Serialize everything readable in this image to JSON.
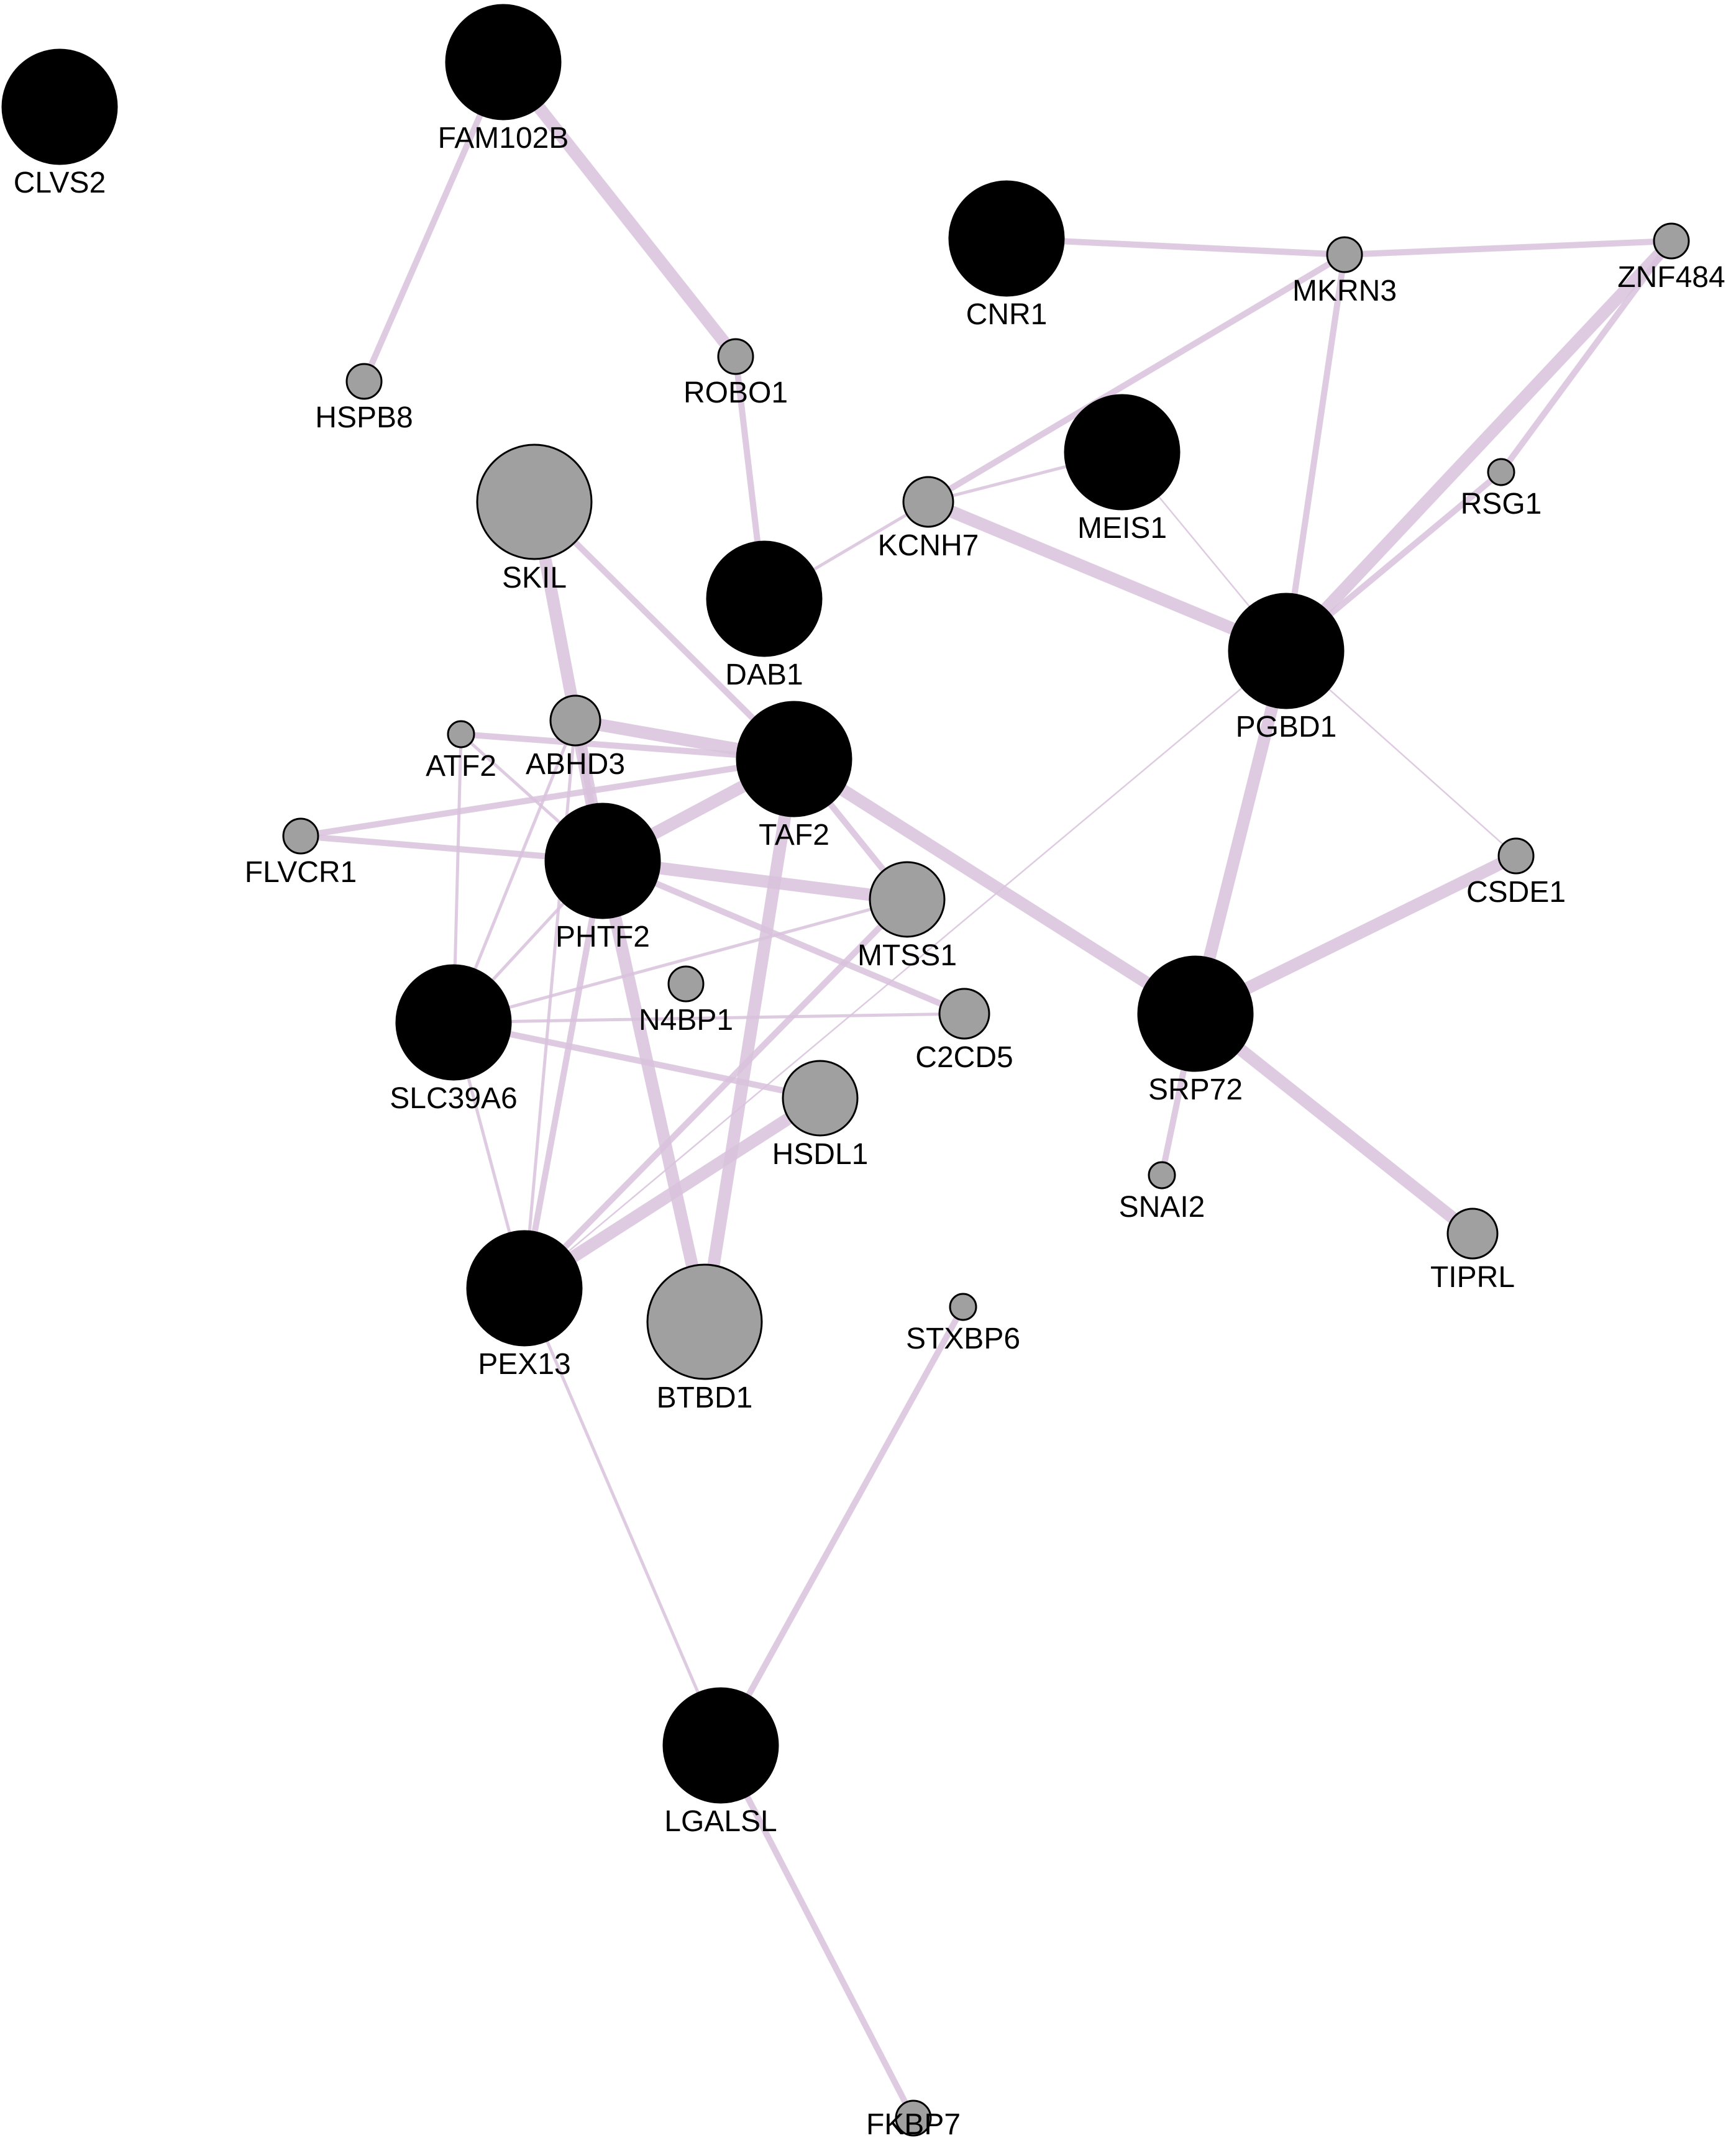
{
  "network": {
    "edge_color": "#d8c2dc",
    "query_fill": "#000000",
    "related_fill": "#a0a0a0",
    "stroke_color": "#000000",
    "nodes": [
      {
        "id": "CLVS2",
        "label": "CLVS2",
        "role": "query",
        "size": "large"
      },
      {
        "id": "FAM102B",
        "label": "FAM102B",
        "role": "query",
        "size": "large"
      },
      {
        "id": "CNR1",
        "label": "CNR1",
        "role": "query",
        "size": "large"
      },
      {
        "id": "MKRN3",
        "label": "MKRN3",
        "role": "related",
        "size": "small"
      },
      {
        "id": "ZNF484",
        "label": "ZNF484",
        "role": "related",
        "size": "small"
      },
      {
        "id": "HSPB8",
        "label": "HSPB8",
        "role": "related",
        "size": "small"
      },
      {
        "id": "ROBO1",
        "label": "ROBO1",
        "role": "related",
        "size": "small"
      },
      {
        "id": "SKIL",
        "label": "SKIL",
        "role": "related",
        "size": "large"
      },
      {
        "id": "MEIS1",
        "label": "MEIS1",
        "role": "query",
        "size": "large"
      },
      {
        "id": "RSG1",
        "label": "RSG1",
        "role": "related",
        "size": "tiny"
      },
      {
        "id": "KCNH7",
        "label": "KCNH7",
        "role": "related",
        "size": "medium"
      },
      {
        "id": "DAB1",
        "label": "DAB1",
        "role": "query",
        "size": "large"
      },
      {
        "id": "PGBD1",
        "label": "PGBD1",
        "role": "query",
        "size": "large"
      },
      {
        "id": "TAF2",
        "label": "TAF2",
        "role": "query",
        "size": "large"
      },
      {
        "id": "ATF2",
        "label": "ATF2",
        "role": "related",
        "size": "tiny"
      },
      {
        "id": "ABHD3",
        "label": "ABHD3",
        "role": "related",
        "size": "medium"
      },
      {
        "id": "FLVCR1",
        "label": "FLVCR1",
        "role": "related",
        "size": "small"
      },
      {
        "id": "PHTF2",
        "label": "PHTF2",
        "role": "query",
        "size": "large"
      },
      {
        "id": "MTSS1",
        "label": "MTSS1",
        "role": "related",
        "size": "medium-large"
      },
      {
        "id": "CSDE1",
        "label": "CSDE1",
        "role": "related",
        "size": "small"
      },
      {
        "id": "N4BP1",
        "label": "N4BP1",
        "role": "related",
        "size": "small"
      },
      {
        "id": "C2CD5",
        "label": "C2CD5",
        "role": "related",
        "size": "medium"
      },
      {
        "id": "SLC39A6",
        "label": "SLC39A6",
        "role": "query",
        "size": "large"
      },
      {
        "id": "SRP72",
        "label": "SRP72",
        "role": "query",
        "size": "large"
      },
      {
        "id": "HSDL1",
        "label": "HSDL1",
        "role": "related",
        "size": "medium-large"
      },
      {
        "id": "SNAI2",
        "label": "SNAI2",
        "role": "related",
        "size": "tiny"
      },
      {
        "id": "TIPRL",
        "label": "TIPRL",
        "role": "related",
        "size": "medium"
      },
      {
        "id": "PEX13",
        "label": "PEX13",
        "role": "query",
        "size": "large"
      },
      {
        "id": "BTBD1",
        "label": "BTBD1",
        "role": "related",
        "size": "large"
      },
      {
        "id": "STXBP6",
        "label": "STXBP6",
        "role": "related",
        "size": "tiny"
      },
      {
        "id": "LGALSL",
        "label": "LGALSL",
        "role": "query",
        "size": "large"
      },
      {
        "id": "FKBP7",
        "label": "FKBP7",
        "role": "related",
        "size": "small"
      }
    ],
    "edges": [
      {
        "source": "FAM102B",
        "target": "HSPB8",
        "weight": "medium"
      },
      {
        "source": "FAM102B",
        "target": "ROBO1",
        "weight": "strong"
      },
      {
        "source": "ROBO1",
        "target": "DAB1",
        "weight": "medium"
      },
      {
        "source": "CNR1",
        "target": "MKRN3",
        "weight": "medium"
      },
      {
        "source": "MKRN3",
        "target": "ZNF484",
        "weight": "medium"
      },
      {
        "source": "MKRN3",
        "target": "KCNH7",
        "weight": "medium"
      },
      {
        "source": "MKRN3",
        "target": "PGBD1",
        "weight": "medium"
      },
      {
        "source": "ZNF484",
        "target": "PGBD1",
        "weight": "strong"
      },
      {
        "source": "ZNF484",
        "target": "RSG1",
        "weight": "medium"
      },
      {
        "source": "RSG1",
        "target": "PGBD1",
        "weight": "medium"
      },
      {
        "source": "KCNH7",
        "target": "DAB1",
        "weight": "thin"
      },
      {
        "source": "KCNH7",
        "target": "MEIS1",
        "weight": "thin"
      },
      {
        "source": "KCNH7",
        "target": "PGBD1",
        "weight": "strong"
      },
      {
        "source": "MEIS1",
        "target": "PGBD1",
        "weight": "hairline"
      },
      {
        "source": "PGBD1",
        "target": "CSDE1",
        "weight": "hairline"
      },
      {
        "source": "PGBD1",
        "target": "SRP72",
        "weight": "strong"
      },
      {
        "source": "PGBD1",
        "target": "PEX13",
        "weight": "hairline"
      },
      {
        "source": "SKIL",
        "target": "PHTF2",
        "weight": "strong"
      },
      {
        "source": "SKIL",
        "target": "TAF2",
        "weight": "medium"
      },
      {
        "source": "TAF2",
        "target": "ATF2",
        "weight": "medium"
      },
      {
        "source": "TAF2",
        "target": "ABHD3",
        "weight": "strong"
      },
      {
        "source": "TAF2",
        "target": "FLVCR1",
        "weight": "medium"
      },
      {
        "source": "TAF2",
        "target": "PHTF2",
        "weight": "strong"
      },
      {
        "source": "TAF2",
        "target": "MTSS1",
        "weight": "medium"
      },
      {
        "source": "TAF2",
        "target": "SRP72",
        "weight": "strong"
      },
      {
        "source": "TAF2",
        "target": "BTBD1",
        "weight": "strong"
      },
      {
        "source": "ABHD3",
        "target": "PHTF2",
        "weight": "medium"
      },
      {
        "source": "ABHD3",
        "target": "SLC39A6",
        "weight": "thin"
      },
      {
        "source": "ATF2",
        "target": "SLC39A6",
        "weight": "thin"
      },
      {
        "source": "ATF2",
        "target": "PHTF2",
        "weight": "thin"
      },
      {
        "source": "FLVCR1",
        "target": "PHTF2",
        "weight": "medium"
      },
      {
        "source": "PHTF2",
        "target": "MTSS1",
        "weight": "strong"
      },
      {
        "source": "PHTF2",
        "target": "C2CD5",
        "weight": "medium"
      },
      {
        "source": "PHTF2",
        "target": "BTBD1",
        "weight": "strong"
      },
      {
        "source": "PHTF2",
        "target": "PEX13",
        "weight": "medium"
      },
      {
        "source": "PHTF2",
        "target": "SLC39A6",
        "weight": "thin"
      },
      {
        "source": "SLC39A6",
        "target": "MTSS1",
        "weight": "thin"
      },
      {
        "source": "SLC39A6",
        "target": "C2CD5",
        "weight": "thin"
      },
      {
        "source": "SLC39A6",
        "target": "HSDL1",
        "weight": "medium"
      },
      {
        "source": "SLC39A6",
        "target": "PEX13",
        "weight": "thin"
      },
      {
        "source": "PEX13",
        "target": "HSDL1",
        "weight": "strong"
      },
      {
        "source": "PEX13",
        "target": "MTSS1",
        "weight": "medium"
      },
      {
        "source": "PEX13",
        "target": "ABHD3",
        "weight": "thin"
      },
      {
        "source": "PEX13",
        "target": "LGALSL",
        "weight": "thin"
      },
      {
        "source": "SRP72",
        "target": "CSDE1",
        "weight": "strong"
      },
      {
        "source": "SRP72",
        "target": "TIPRL",
        "weight": "strong"
      },
      {
        "source": "SRP72",
        "target": "SNAI2",
        "weight": "medium"
      },
      {
        "source": "STXBP6",
        "target": "LGALSL",
        "weight": "medium"
      },
      {
        "source": "LGALSL",
        "target": "FKBP7",
        "weight": "medium"
      }
    ]
  }
}
